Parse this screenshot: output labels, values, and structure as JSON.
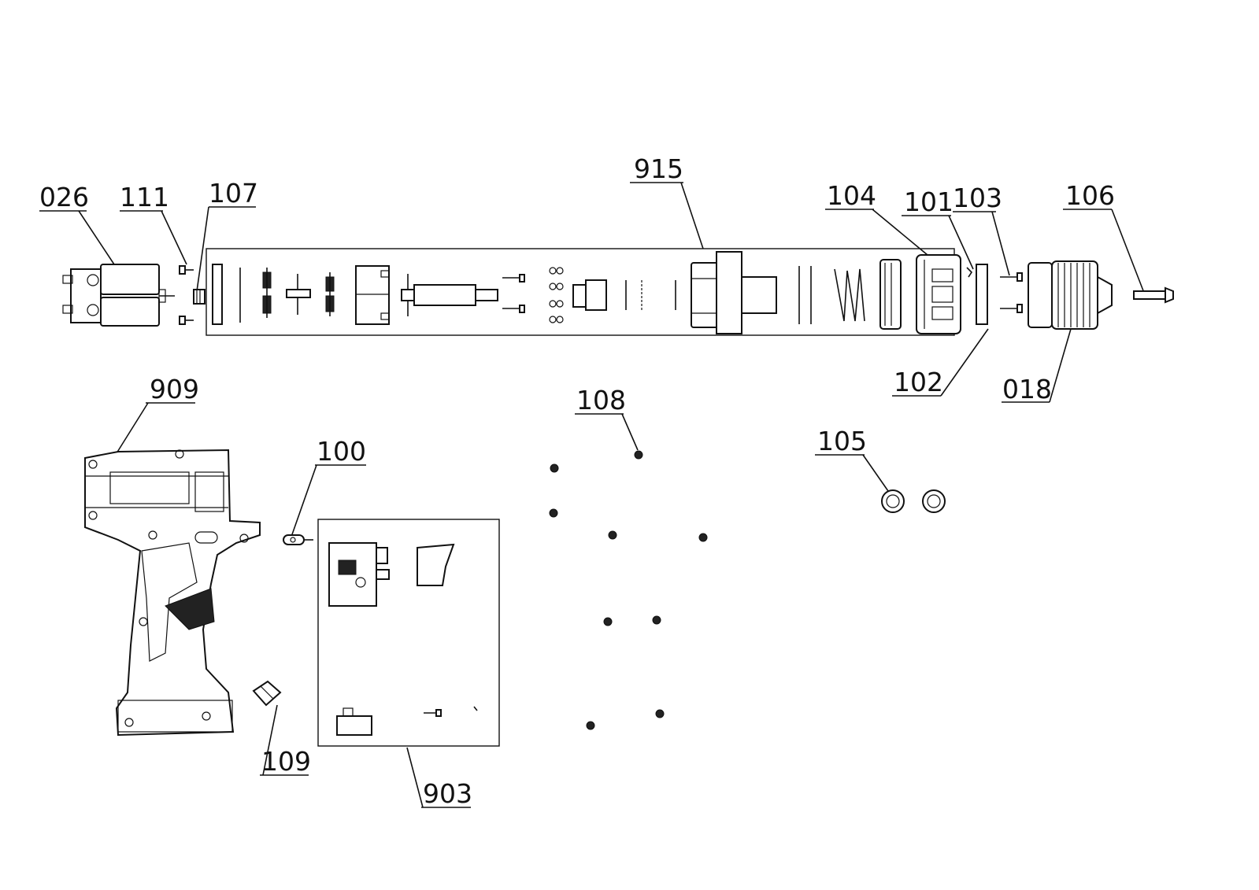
{
  "labels": {
    "l026": "026",
    "l111": "111",
    "l107": "107",
    "l915": "915",
    "l104": "104",
    "l101": "101",
    "l103": "103",
    "l106": "106",
    "l102": "102",
    "l018": "018",
    "l909": "909",
    "l108": "108",
    "l100": "100",
    "l105": "105",
    "l109": "109",
    "l903": "903"
  },
  "colors": {
    "line": "#111111",
    "background": "#ffffff"
  }
}
